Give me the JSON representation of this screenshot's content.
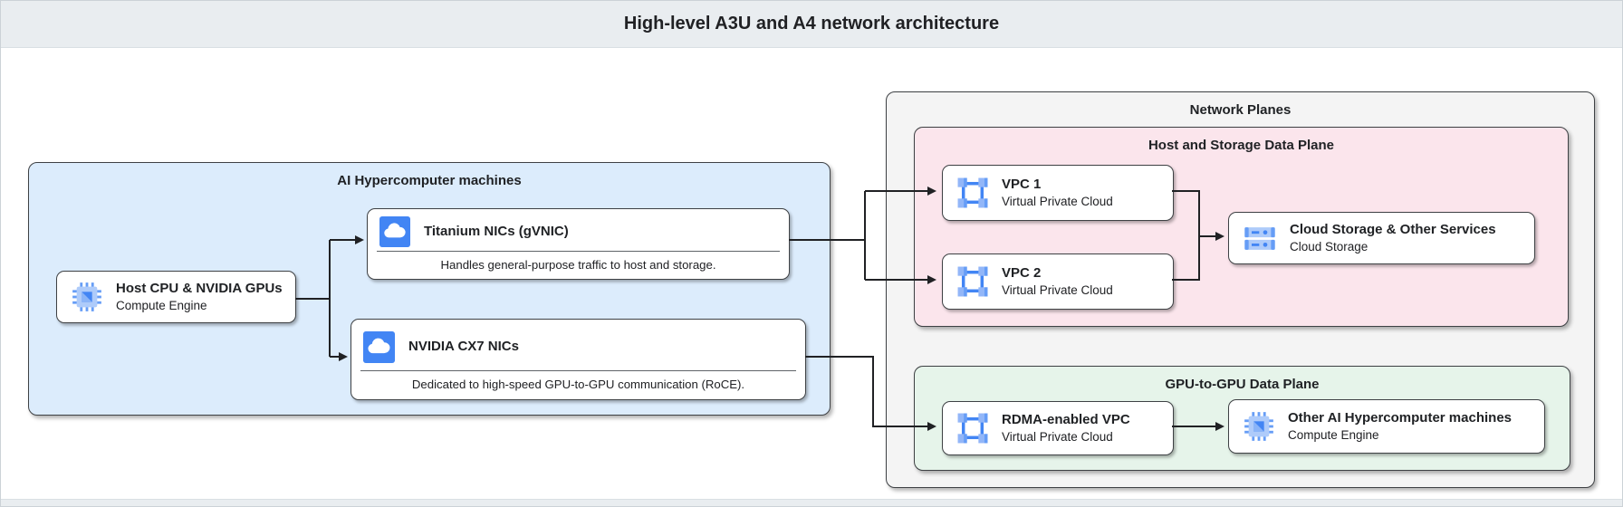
{
  "title_bar": {
    "title": "High-level A3U and A4 network architecture"
  },
  "diagram": {
    "machines_group": {
      "title": "AI Hypercomputer machines",
      "host": {
        "title": "Host CPU & NVIDIA GPUs",
        "subtitle": "Compute Engine",
        "icon": "compute-engine-icon"
      },
      "titanium": {
        "title": "Titanium NICs (gVNIC)",
        "description": "Handles general-purpose traffic to host and storage.",
        "icon": "cloud-icon"
      },
      "cx7": {
        "title": "NVIDIA CX7 NICs",
        "description": "Dedicated to high-speed GPU-to-GPU communication (RoCE).",
        "icon": "cloud-icon"
      }
    },
    "network_planes_group": {
      "title": "Network Planes",
      "host_storage_plane": {
        "title": "Host and Storage Data Plane",
        "vpc1": {
          "title": "VPC 1",
          "subtitle": "Virtual Private Cloud",
          "icon": "vpc-icon"
        },
        "vpc2": {
          "title": "VPC 2",
          "subtitle": "Virtual Private Cloud",
          "icon": "vpc-icon"
        },
        "storage": {
          "title": "Cloud Storage & Other Services",
          "subtitle": "Cloud Storage",
          "icon": "cloud-storage-icon"
        }
      },
      "gpu_plane": {
        "title": "GPU-to-GPU Data Plane",
        "rdma_vpc": {
          "title": "RDMA-enabled VPC",
          "subtitle": "Virtual Private Cloud",
          "icon": "vpc-icon"
        },
        "other_machines": {
          "title": "Other AI Hypercomputer machines",
          "subtitle": "Compute Engine",
          "icon": "compute-engine-icon"
        }
      }
    },
    "colors": {
      "accent_blue": "#4285f4",
      "light_blue": "#aecbfa",
      "machines_bg": "#dcecfc",
      "host_storage_bg": "#fbe5ec",
      "gpu_plane_bg": "#e6f4ea",
      "network_planes_bg": "#f4f4f4",
      "header_bg": "#e9edf0",
      "connector": "#202124"
    }
  }
}
